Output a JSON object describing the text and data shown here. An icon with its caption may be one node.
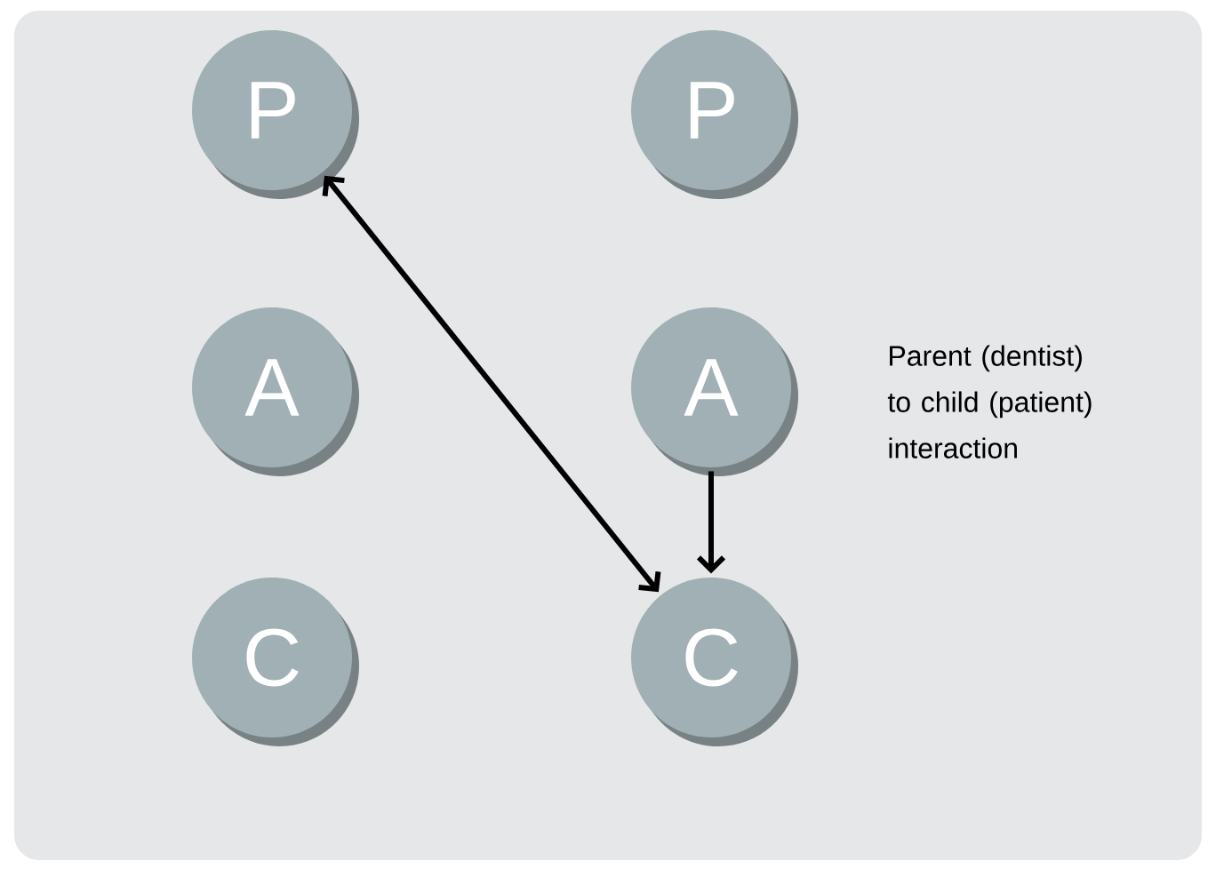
{
  "diagram": {
    "nodes": [
      {
        "text": [
          "P"
        ]
      },
      {
        "text": [
          "P"
        ]
      },
      {
        "text": [
          "A"
        ]
      },
      {
        "text": [
          "A"
        ]
      },
      {
        "text": [
          "C"
        ]
      },
      {
        "text": [
          "C"
        ]
      }
    ],
    "edges": [
      {
        "from": 0,
        "to": 5,
        "arrow": "both"
      },
      {
        "from": 3,
        "to": 5,
        "arrow": "to"
      }
    ],
    "labels": [
      "Parent (dentist) to child (patient) interaction"
    ]
  }
}
